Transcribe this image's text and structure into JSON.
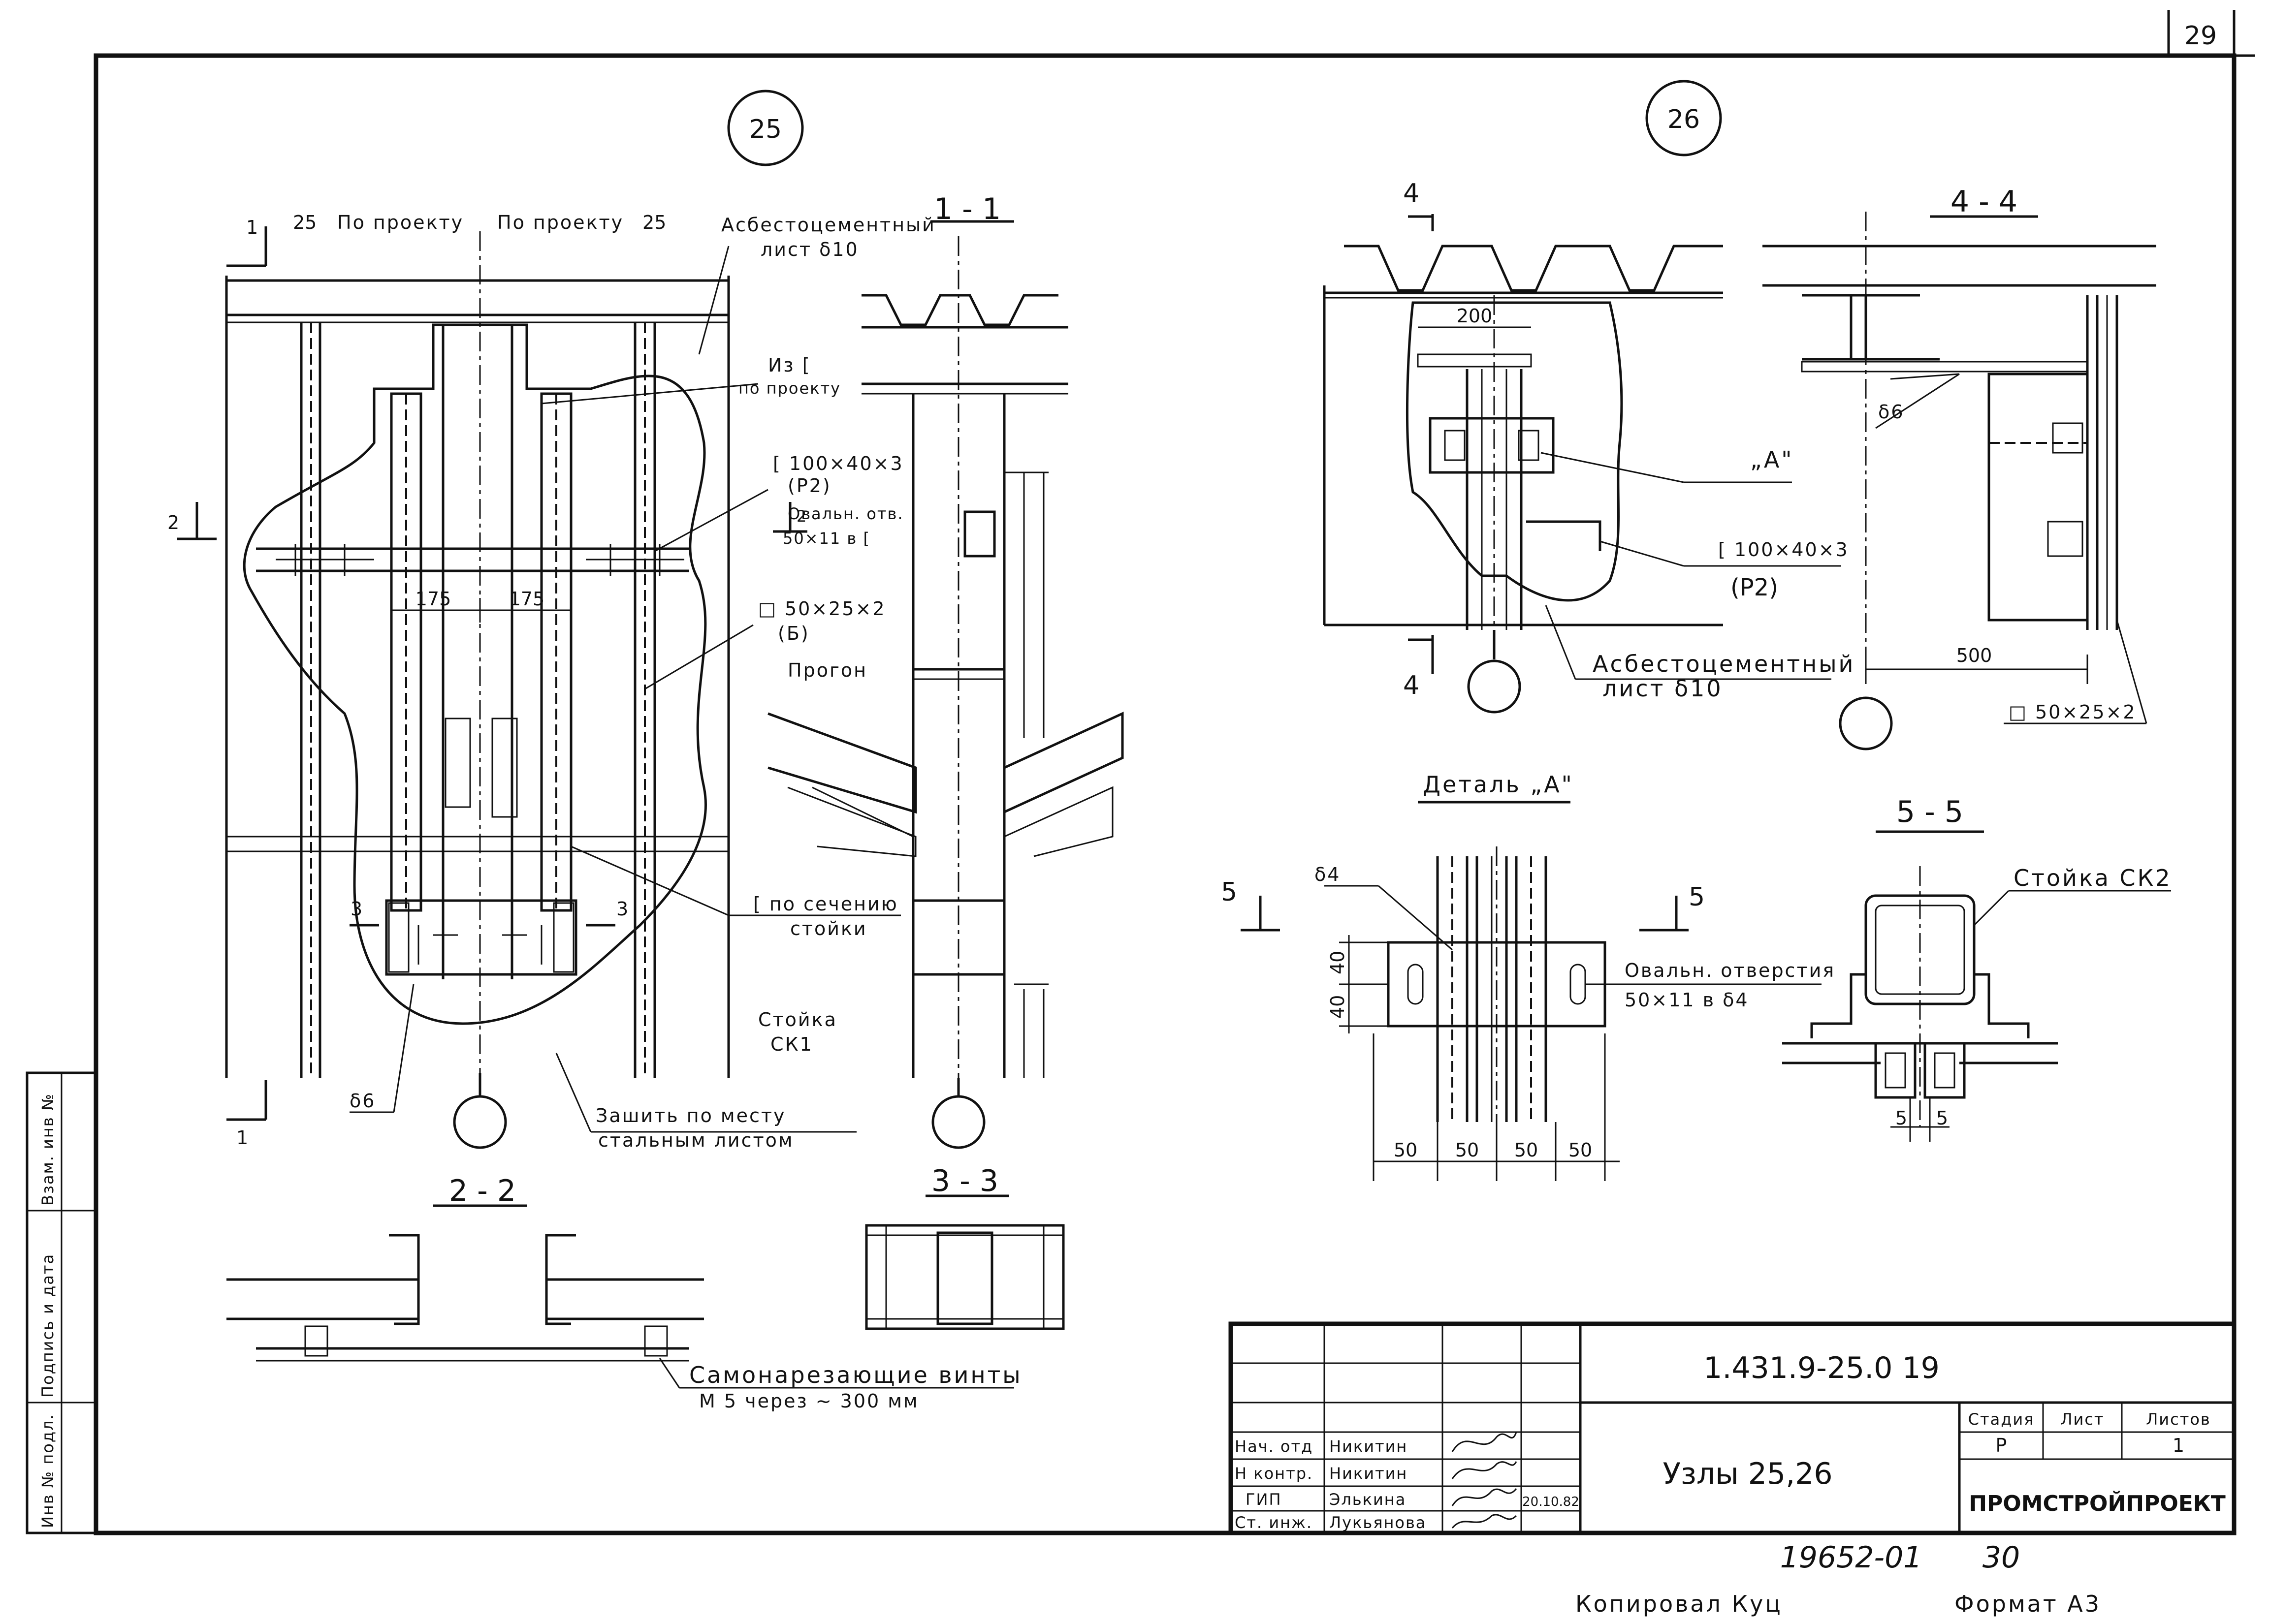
{
  "sheet": {
    "page_number": "29",
    "copied_by": "Копировал Куц",
    "format": "Формат А3",
    "archive_number": "19652-01",
    "archive_sheet": "30"
  },
  "side_stamp": {
    "inv_original": "Инв № подл.",
    "signature_date": "Подпись и дата",
    "replacement_inv": "Взам. инв №"
  },
  "node25": {
    "number": "25",
    "dim_25_left": "25",
    "dim_25_right": "25",
    "by_project_left": "По проекту",
    "by_project_right": "По проекту",
    "asbestos_sheet_l1": "Асбестоцементный",
    "asbestos_sheet_l2": "лист δ10",
    "from_channel_l1": "Из [",
    "from_channel_l2": "по проекту",
    "channel_l1": "[ 100×40×3",
    "channel_l2": "(Р2)",
    "oval_hole_l1": "Овальн. отв.",
    "oval_hole_l2": "50×11 в [",
    "tube_l1": "□ 50×25×2",
    "tube_l2": "(Б)",
    "purlin": "Прогон",
    "channel_section_l1": "[ по сечению",
    "channel_section_l2": "стойки",
    "post_l1": "Стойка",
    "post_l2": "СК1",
    "plate_s6": "δ6",
    "sew_l1": "Зашить по месту",
    "sew_l2": "стальным листом",
    "dim_175_a": "175",
    "dim_175_b": "175",
    "cut1_top": "1",
    "cut1_bot": "1",
    "cut2": "2",
    "cut2_r": "2",
    "cut3_l": "3",
    "cut3_r": "3"
  },
  "sections": {
    "s1_1": "1 - 1",
    "s2_2": "2 - 2",
    "s3_3": "3 - 3",
    "s4_4": "4 - 4",
    "s5_5": "5 - 5",
    "screws_l1": "Самонарезающие винты",
    "screws_l2": "М 5 через ~ 300 мм"
  },
  "node26": {
    "number": "26",
    "cut4_top": "4",
    "cut4_bot": "4",
    "dim_200": "200",
    "ref_A": "„А\"",
    "channel_l1": "[ 100×40×3",
    "channel_l2": "(Р2)",
    "asbestos_l1": "Асбестоцементный",
    "asbestos_l2": "лист δ10",
    "plate_s6": "δ6",
    "dim_500": "500",
    "tube": "□ 50×25×2"
  },
  "detailA": {
    "title": "Деталь „А\"",
    "s4": "δ4",
    "oval_l1": "Овальн. отверстия",
    "oval_l2": "50×11 в δ4",
    "dim_40a": "40",
    "dim_40b": "40",
    "dim_50": [
      "50",
      "50",
      "50",
      "50"
    ],
    "cut5_l": "5",
    "cut5_r": "5"
  },
  "sec55": {
    "post": "Стойка СК2",
    "dim_5a": "5",
    "dim_5b": "5"
  },
  "title_block": {
    "doc_code": "1.431.9-25.0 19",
    "title": "Узлы 25,26",
    "stage_hdr": "Стадия",
    "sheet_hdr": "Лист",
    "sheets_hdr": "Листов",
    "stage": "Р",
    "sheet": "",
    "sheets": "1",
    "org": "ПРОМСТРОЙПРОЕКТ",
    "date": "20.10.82",
    "rows": [
      {
        "role": "Нач. отд",
        "name": "Никитин"
      },
      {
        "role": "Н контр.",
        "name": "Никитин"
      },
      {
        "role": "ГИП",
        "name": "Элькина"
      },
      {
        "role": "Ст. инж.",
        "name": "Лукьянова"
      }
    ]
  }
}
